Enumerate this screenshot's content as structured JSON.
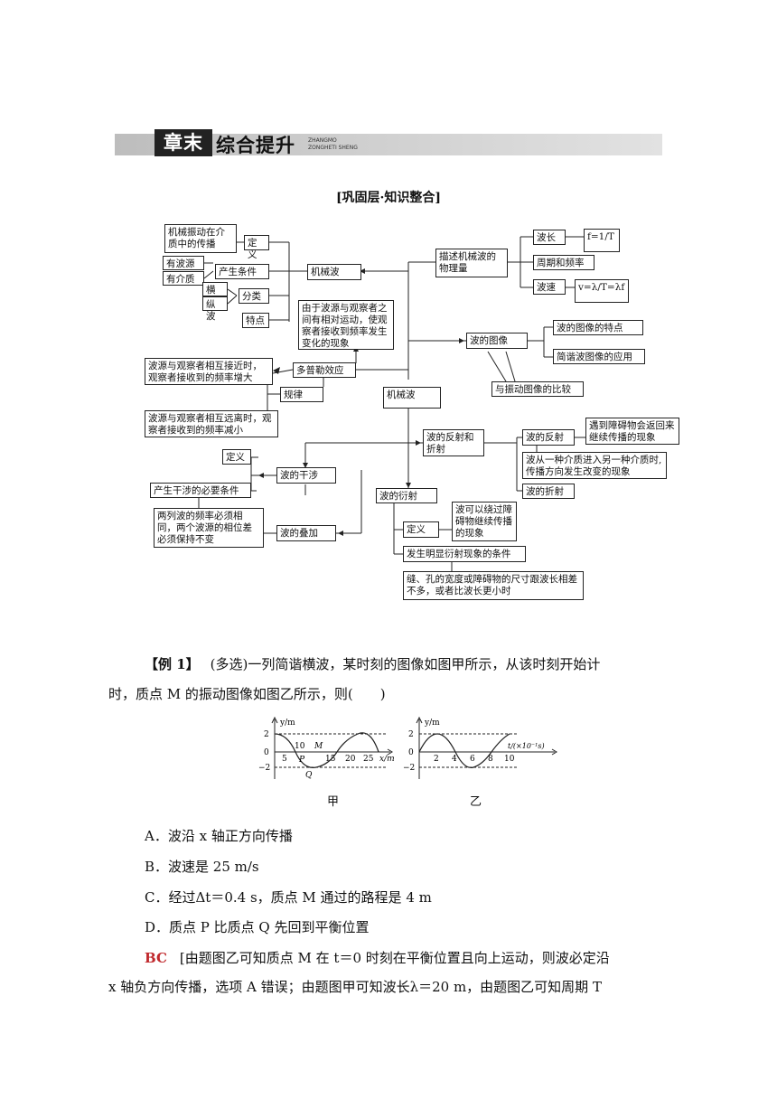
{
  "banner": {
    "seal": "章末",
    "title": "综合提升",
    "pinyin_1": "ZHANGMO",
    "pinyin_2": "ZONGHETI SHENG"
  },
  "section_title": "[巩固层·知识整合]",
  "mindmap": {
    "def_text": "机械振动在介质中的传播",
    "def": "定义",
    "has_source": "有波源",
    "has_medium": "有介质",
    "cond": "产生条件",
    "transverse": "横波",
    "longitudinal": "纵波",
    "classify": "分类",
    "features": "特点",
    "mech_wave_top": "机械波",
    "describe": "描述机械波的物理量",
    "wavelength": "波长",
    "period_freq": "周期和频率",
    "speed": "波速",
    "f_formula": "f=1/T",
    "v_formula": "v=λ/T=λf",
    "doppler_def": "由于波源与观察者之间有相对运动，使观察者接收到频率发生变化的现象",
    "wave_graph": "波的图像",
    "graph_feature": "波的图像的特点",
    "graph_app": "简谐波图像的应用",
    "compare": "与振动图像的比较",
    "approach": "波源与观察者相互接近时，观察者接收到的频率增大",
    "doppler": "多普勒效应",
    "law": "规律",
    "mech_wave_center": "机械波",
    "recede": "波源与观察者相互远离时，观察者接收到的频率减小",
    "refl_refr": "波的反射和折射",
    "reflection": "波的反射",
    "refl_def": "遇到障碍物会返回来继续传播的现象",
    "refr_def": "波从一种介质进入另一种介质时,传播方向发生改变的现象",
    "refraction": "波的折射",
    "def2": "定义",
    "interference": "波的干涉",
    "interf_cond": "产生干涉的必要条件",
    "interf_req": "两列波的频率必须相同，两个波源的相位差必须保持不变",
    "superposition": "波的叠加",
    "diffraction": "波的衍射",
    "def3": "定义",
    "diff_def": "波可以绕过障碍物继续传播的现象",
    "diff_cond": "发生明显衍射现象的条件",
    "diff_req": "缝、孔的宽度或障碍物的尺寸跟波长相差不多，或者比波长更小时"
  },
  "example": {
    "tag": "【例 1】",
    "stem_1": "(多选)一列简谐横波，某时刻的图像如图甲所示，从该时刻开始计",
    "stem_2": "时，质点 M 的振动图像如图乙所示，则(　　)",
    "options": [
      "A．波沿 x 轴正方向传播",
      "B．波速是 25 m/s",
      "C．经过Δt＝0.4 s，质点 M 通过的路程是 4 m",
      "D．质点 P 比质点 Q 先回到平衡位置"
    ],
    "answer": "BC",
    "explain_1": "[由题图乙可知质点 M 在 t＝0 时刻在平衡位置且向上运动，则波必定沿",
    "explain_2": "x 轴负方向传播，选项 A 错误；由题图甲可知波长λ＝20 m，由题图乙可知周期 T"
  },
  "graph_a": {
    "caption": "甲",
    "y_label": "y/m",
    "x_label": "x/m",
    "y_ticks": [
      "2",
      "0",
      "−2"
    ],
    "x_ticks": [
      "5",
      "10",
      "15",
      "20",
      "25"
    ],
    "points": [
      "P",
      "M",
      "Q"
    ]
  },
  "graph_b": {
    "caption": "乙",
    "y_label": "y/m",
    "x_label": "t/(×10⁻¹s)",
    "y_ticks": [
      "2",
      "0",
      "−2"
    ],
    "x_ticks": [
      "2",
      "4",
      "6",
      "8",
      "10"
    ]
  }
}
